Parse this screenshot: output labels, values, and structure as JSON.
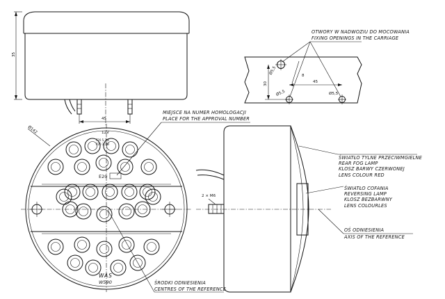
{
  "top_view": {
    "height_dim": "35",
    "spacing_dim": "45"
  },
  "mounting": {
    "label_pl": "OTWORY W NADWOZIU DO MOCOWANIA",
    "label_en": "FIXING OPENINGS IN THE CARRIAGE",
    "dim_big_hole": "Ø5,5",
    "dim_small_hole": "8",
    "dim_spacing": "45",
    "dim_vertical": "30",
    "dim_hole_left": "Ø5,5",
    "dim_hole_right": "Ø5,5"
  },
  "front_view": {
    "diameter": "Ø142",
    "voltage": "12V",
    "inner_spec_1": "F20  5,7W",
    "inner_spec_2": "P20  3,7W",
    "approval_mark": "E20",
    "brand": "WAS",
    "model": "W590"
  },
  "approval": {
    "label_pl": "MIEJSCE NA NUMER HOMOLOGACJI",
    "label_en": "PLACE FOR THE APPROVAL NUMBER"
  },
  "reference_centres": {
    "label_pl": "ŚRODKI ODNIESIENIA",
    "label_en": "CENTRES OF THE REFERENCE"
  },
  "side_view": {
    "bolt_label": "2 × M6"
  },
  "fog_lamp": {
    "line1": "ŚWIATŁO TYLNE PRZECIWMGIELNE",
    "line2": "REAR FOG LAMP",
    "line3": "KLOSZ BARWY CZERWONEJ",
    "line4": "LENS COLOUR RED"
  },
  "reversing_lamp": {
    "line1": "ŚWIATŁO COFANIA",
    "line2": "REVERSING LAMP",
    "line3": "KLOSZ BEZBARWNY",
    "line4": "LENS COLOURLES"
  },
  "axis": {
    "label_pl": "OŚ ODNIESIENIA",
    "label_en": "AXIS OF THE REFERENCE"
  }
}
